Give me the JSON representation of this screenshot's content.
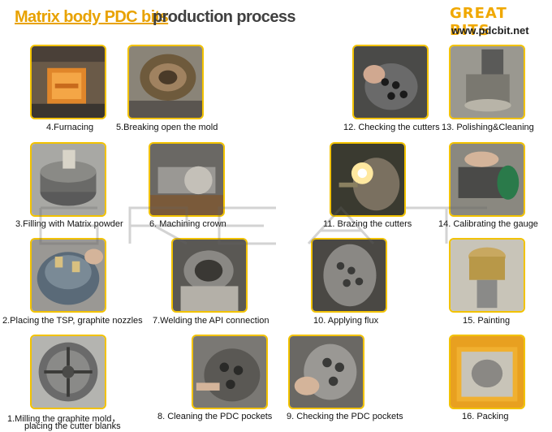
{
  "header": {
    "title_highlight": "Matrix body PDC bits",
    "title_rest": "production process",
    "brand": "GREAT BITS",
    "url": "www.pdcbit.net"
  },
  "steps": {
    "s1_line1": "1.Milling the graphite mold，",
    "s1_line2": "placing the cutter blanks",
    "s2": "2.Placing the TSP, graphite nozzles",
    "s3": "3.Filling with Matrix powder",
    "s4": "4.Furnacing",
    "s5": "5.Breaking open the mold",
    "s6": "6. Machining crown",
    "s7": "7.Welding the API connection",
    "s8": "8. Cleaning the PDC pockets",
    "s9": "9. Checking the PDC pockets",
    "s10": "10. Applying flux",
    "s11": "11. Brazing the cutters",
    "s12": "12. Checking the cutters",
    "s13": "13. Polishing&Cleaning",
    "s14": "14. Calibrating the gauge",
    "s15": "15. Painting",
    "s16": "16. Packing"
  },
  "colors": {
    "accent": "#f2c200",
    "title_orange": "#e8a200",
    "brand_orange": "#f0a800"
  }
}
